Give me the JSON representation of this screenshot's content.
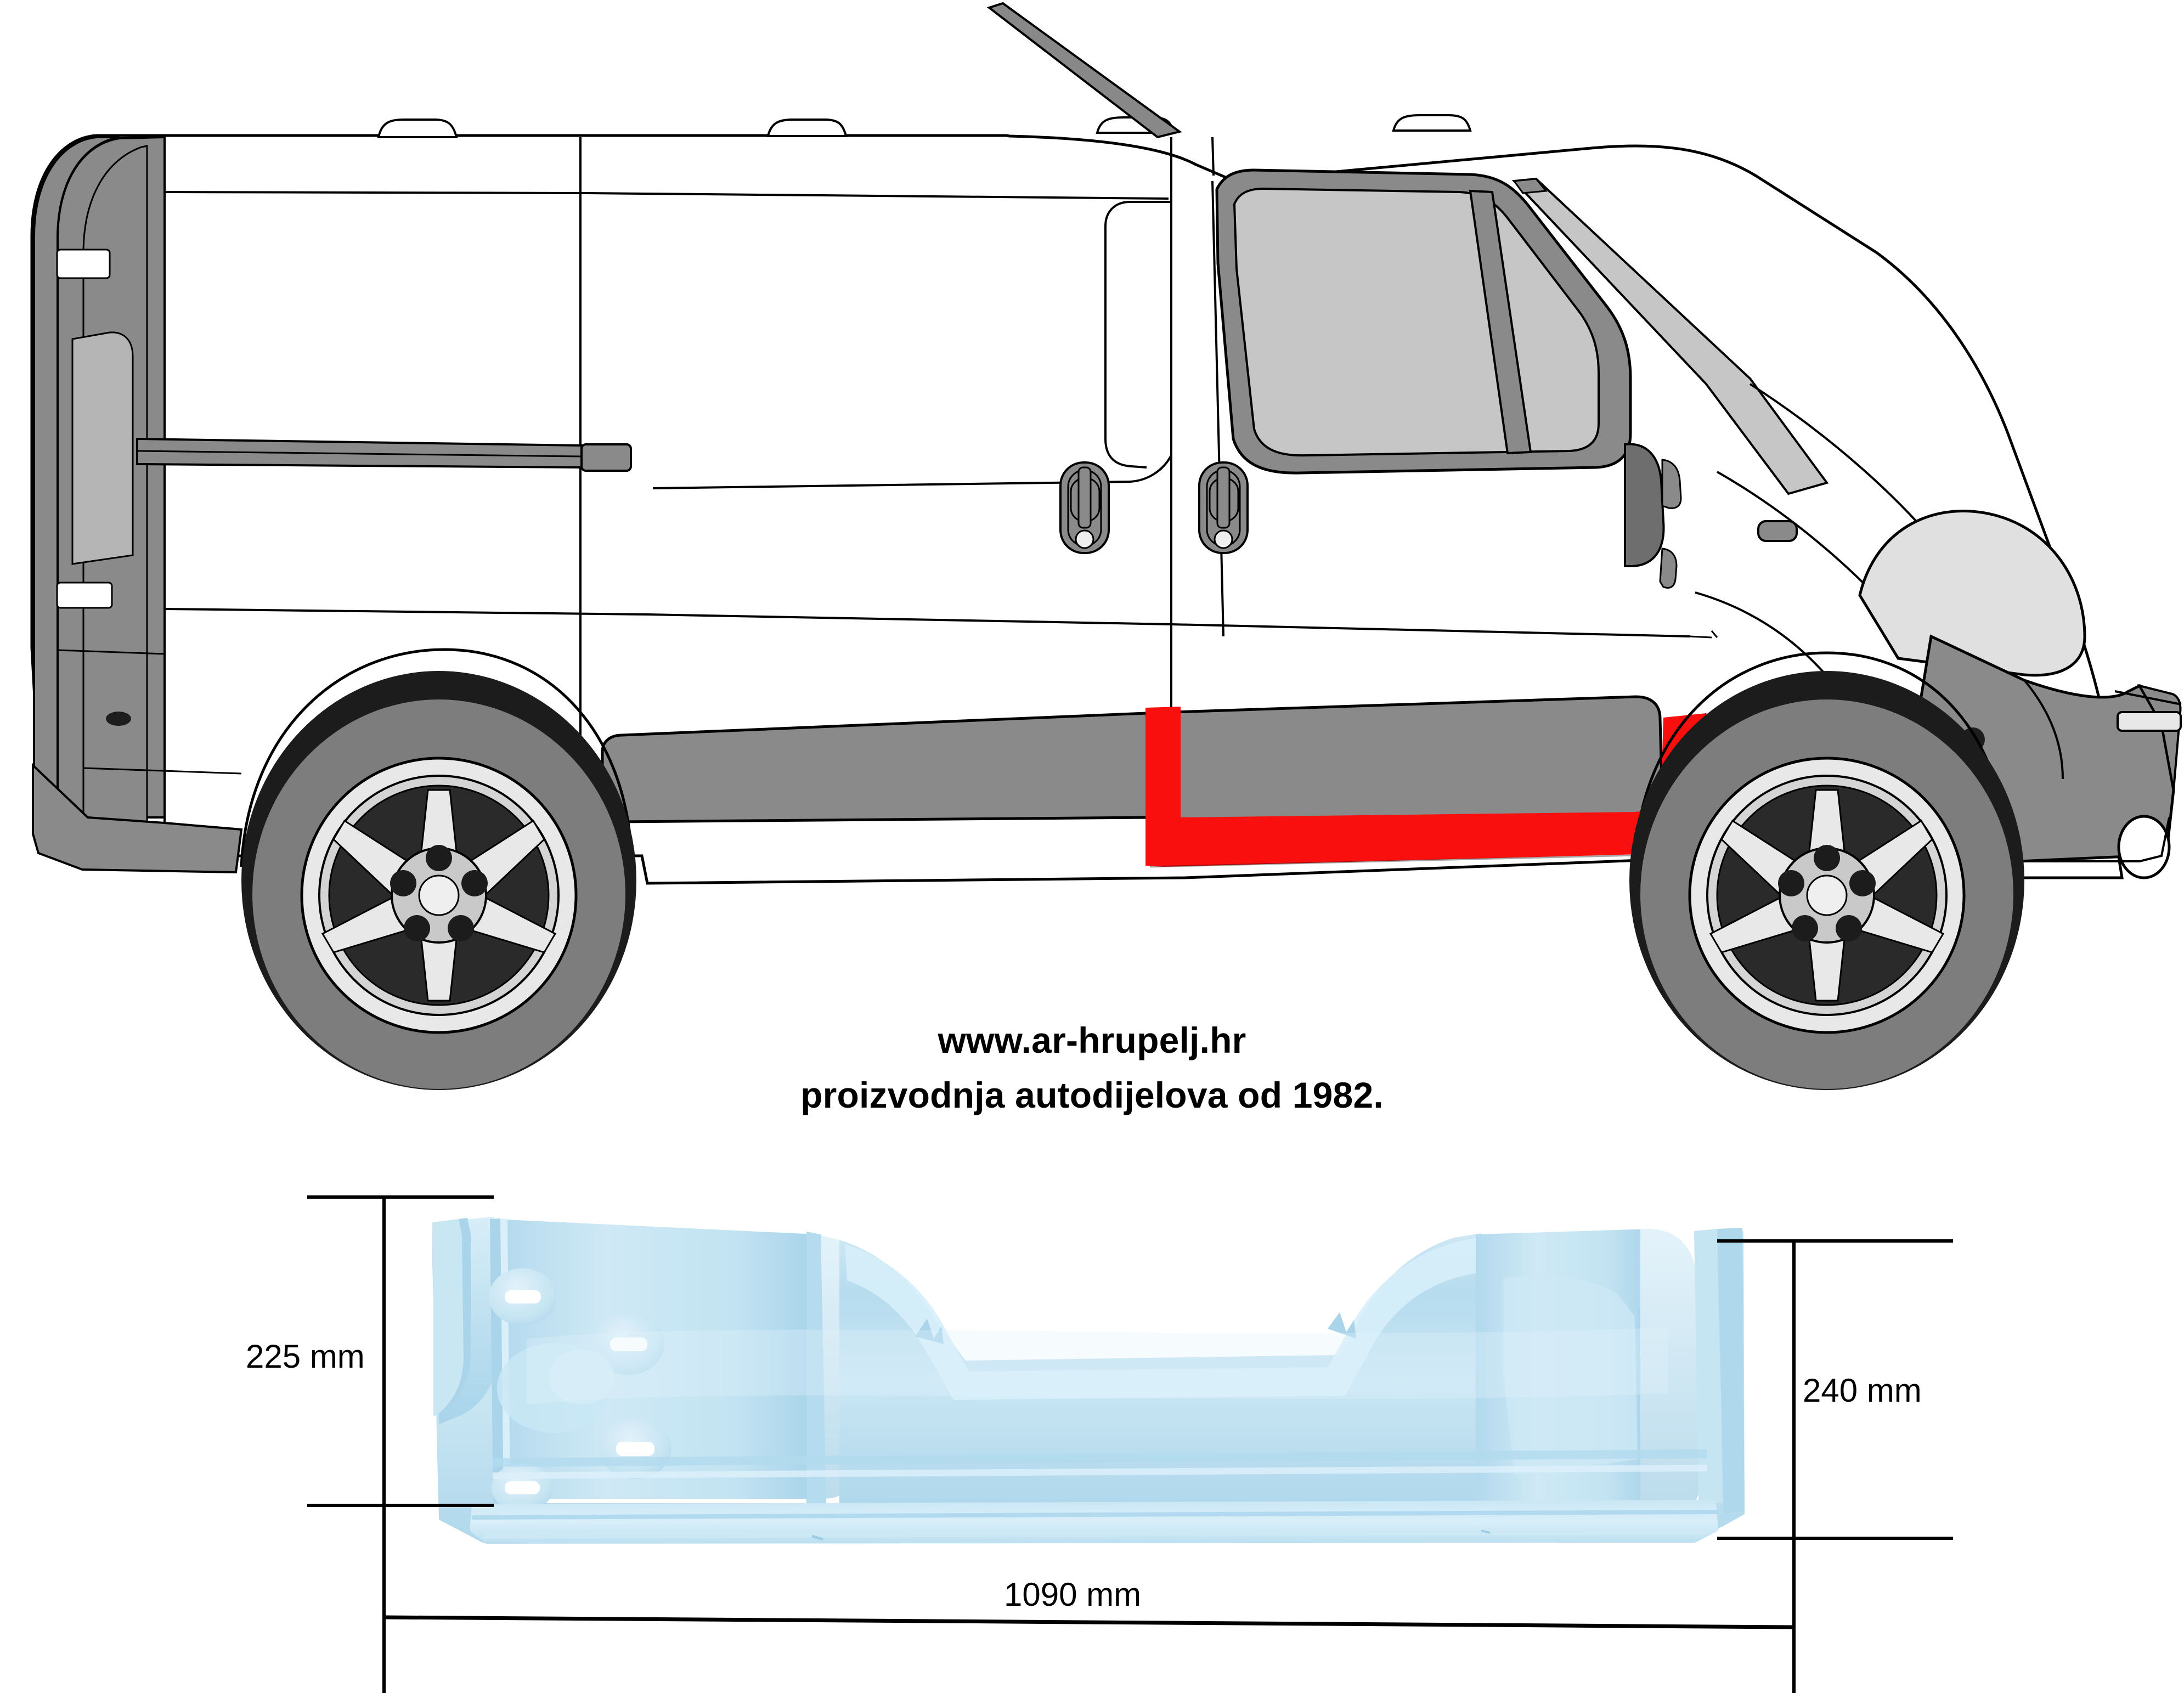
{
  "document": {
    "type": "technical-parts-diagram",
    "subject": "van-side-view-with-sill-repair-panel"
  },
  "caption": {
    "line1": "www.ar-hrupelj.hr",
    "line2": "proizvodnja autodijelova od 1982."
  },
  "dimensions": {
    "left_height": "225 mm",
    "right_height": "240 mm",
    "length": "1090 mm"
  },
  "colors": {
    "highlight_red": "#fa0f0f",
    "body_white": "#ffffff",
    "trim_gray": "#808080",
    "dark_gray": "#6e6e6e",
    "glass_gray": "#c6c6c6",
    "tire_dark": "#1c1c1c",
    "tire_gray": "#7d7d7d",
    "rim_light": "#e8e8e8",
    "part_blue": "#bcdef0",
    "part_blue_light": "#d9eef7",
    "part_blue_dark": "#9fcde4",
    "outline": "#000000"
  },
  "vehicle": {
    "view": "left-side-profile",
    "highlight_part": "rocker-sill-panel",
    "features": [
      "roof-mount-bumps",
      "radio-antenna",
      "rear-door",
      "sliding-side-door",
      "front-door",
      "side-mirror",
      "front-headlight",
      "front-bumper",
      "rear-wheel",
      "front-wheel",
      "body-side-molding",
      "lower-cladding-panel"
    ]
  },
  "part": {
    "name": "sill-repair-panel",
    "color_label": "light-blue",
    "hole_count": 4
  }
}
